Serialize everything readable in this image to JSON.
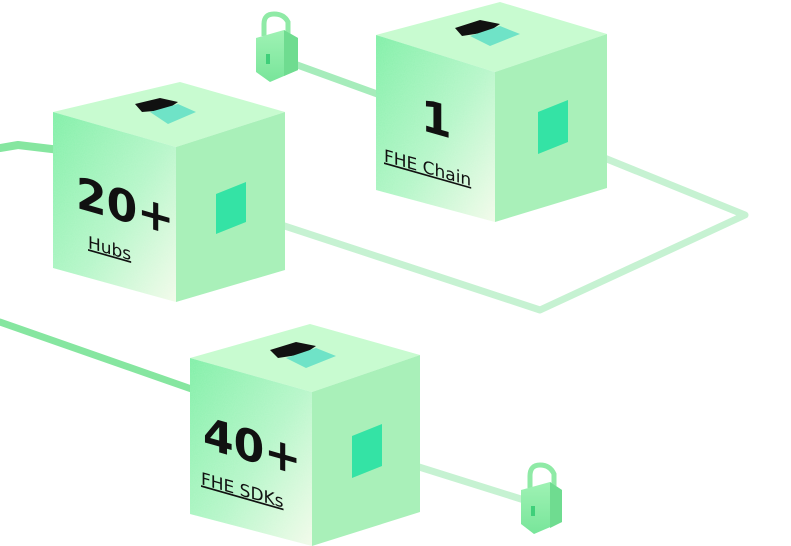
{
  "colors": {
    "front_light": "#c9f7d3",
    "front_mid": "#86f0aa",
    "top": "#c8fbd0",
    "side": "#9ee7b0",
    "hole": "#34e3a5",
    "wire_dark": "#86e6a0",
    "wire_light": "#c6f2d2",
    "text": "#111111"
  },
  "cubes": [
    {
      "id": "hubs",
      "value": "20+",
      "label": "Hubs"
    },
    {
      "id": "fhe-chain",
      "value": "1",
      "label": "FHE Chain"
    },
    {
      "id": "fhe-sdks",
      "value": "40+",
      "label": "FHE SDKs"
    }
  ],
  "icons": [
    "lock-icon",
    "lock-icon"
  ]
}
